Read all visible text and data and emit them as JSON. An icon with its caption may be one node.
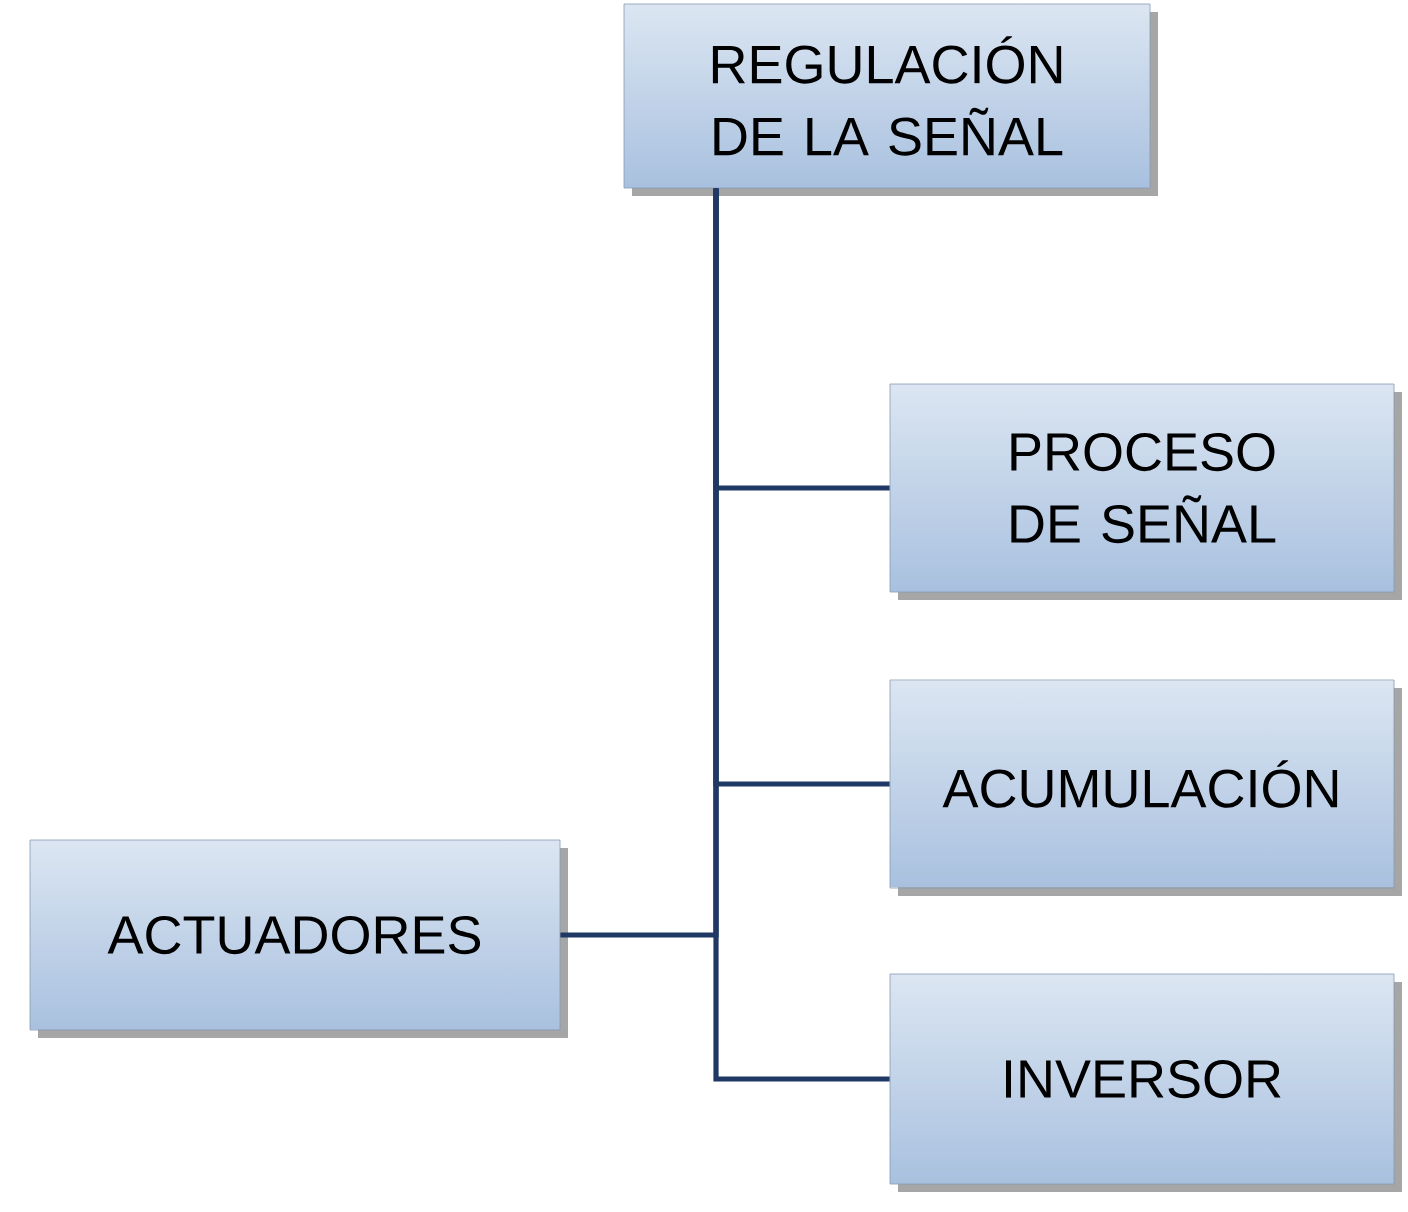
{
  "diagram": {
    "nodes": [
      {
        "text": [
          "REGULACIÓN DE LA SEÑAL"
        ]
      },
      {
        "text": [
          "PROCESO DE SEÑAL"
        ]
      },
      {
        "text": [
          "ACUMULACIÓN"
        ]
      },
      {
        "text": [
          "INVERSOR"
        ]
      },
      {
        "text": [
          "ACTUADORES"
        ]
      }
    ],
    "edges": [
      {
        "from": 0,
        "to": 1,
        "arrow": "none"
      },
      {
        "from": 0,
        "to": 2,
        "arrow": "none"
      },
      {
        "from": 0,
        "to": 3,
        "arrow": "none"
      },
      {
        "from": 0,
        "to": 4,
        "arrow": "none"
      }
    ]
  }
}
